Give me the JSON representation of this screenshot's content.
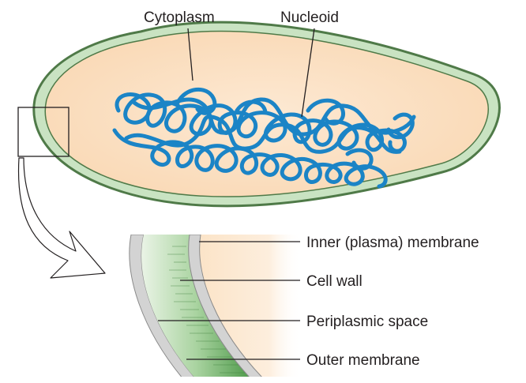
{
  "labels": {
    "cytoplasm": "Cytoplasm",
    "nucleoid": "Nucleoid",
    "inner_membrane": "Inner (plasma) membrane",
    "cell_wall": "Cell wall",
    "periplasmic_space": "Periplasmic space",
    "outer_membrane": "Outer membrane"
  },
  "colors": {
    "cytoplasm": "#fbe0c2",
    "envelope": "#c9e3c2",
    "envelope_edge": "#4f7a48",
    "dna": "#1b84c6",
    "membrane": "#d3d3d3",
    "wall": "#5fa05a",
    "label": "#231f20"
  }
}
